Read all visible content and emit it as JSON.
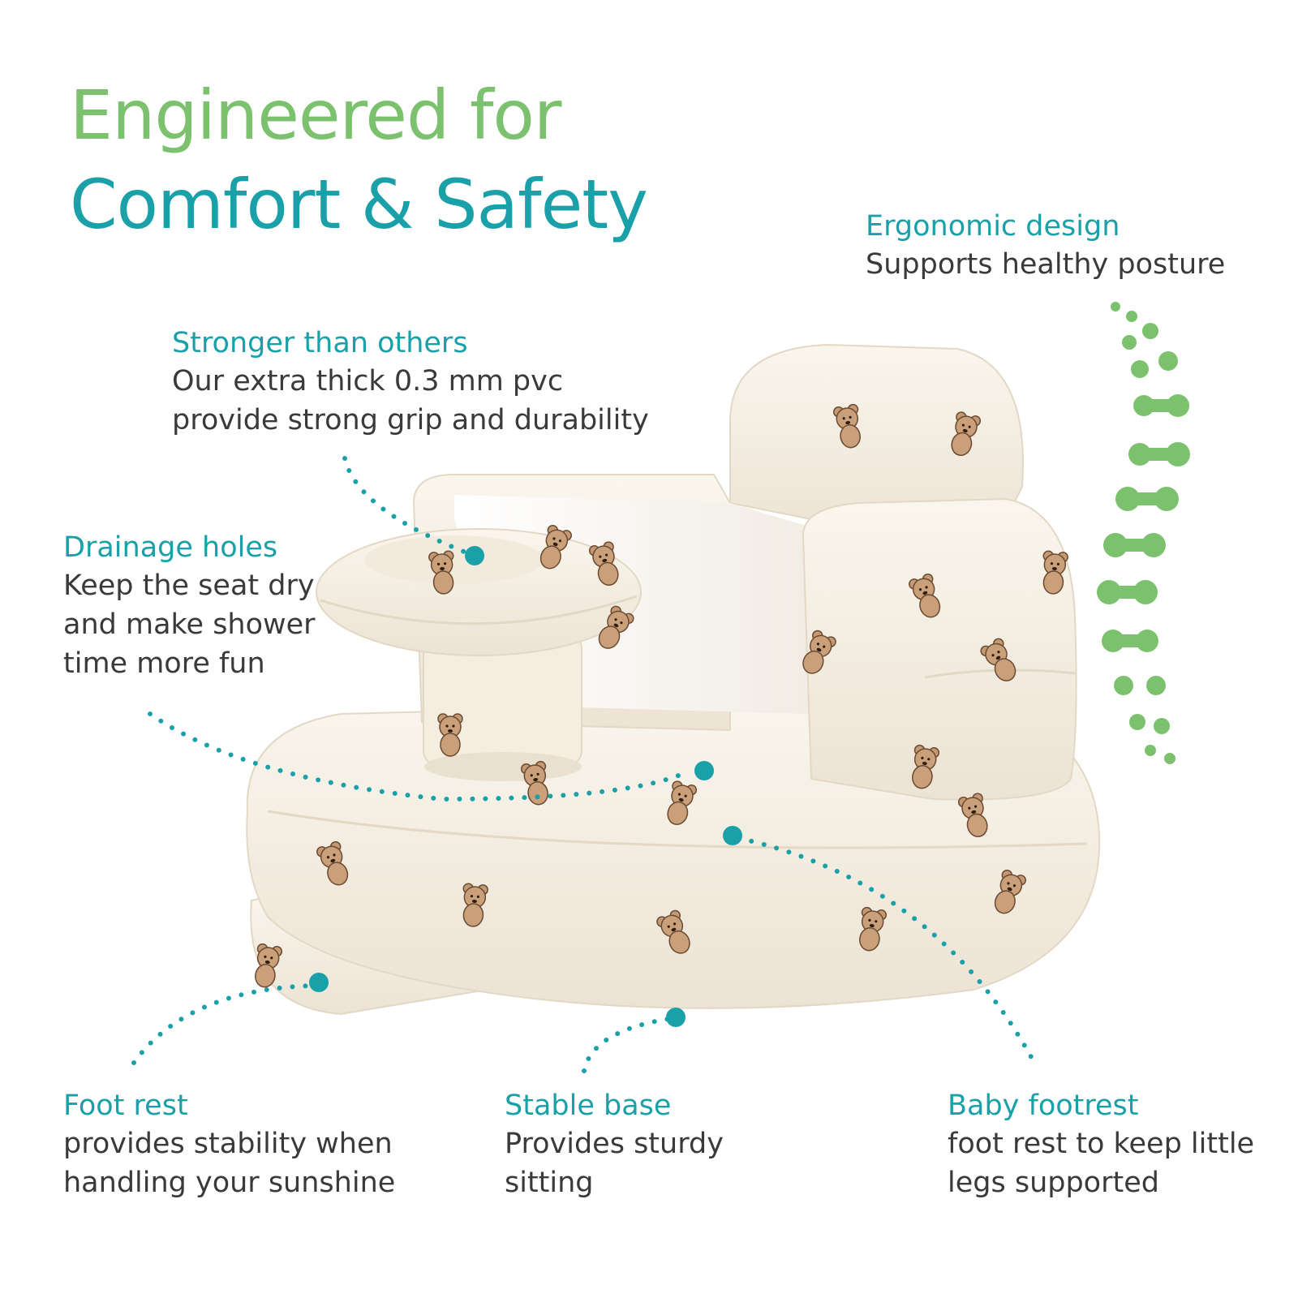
{
  "heading": {
    "line1": "Engineered for",
    "line2": "Comfort & Safety"
  },
  "features": {
    "ergonomic": {
      "title": "Ergonomic design",
      "lines": [
        "Supports healthy posture"
      ]
    },
    "stronger": {
      "title": "Stronger than others",
      "lines": [
        "Our extra thick 0.3 mm pvc",
        "provide strong grip and durability"
      ]
    },
    "drainage": {
      "title": "Drainage holes",
      "lines": [
        "Keep the seat dry",
        "and make shower",
        "time more fun"
      ]
    },
    "foot_rest": {
      "title": "Foot rest",
      "lines": [
        "provides stability when",
        "handling your sunshine"
      ]
    },
    "stable_base": {
      "title": "Stable base",
      "lines": [
        "Provides sturdy",
        "sitting"
      ]
    },
    "baby_footrest": {
      "title": "Baby footrest",
      "lines": [
        "foot rest to keep little",
        "legs supported"
      ]
    }
  },
  "colors": {
    "accent_teal": "#1aa0a8",
    "accent_green": "#7cc26e",
    "body_text": "#3a3a3a",
    "seat_cream": "#f6f0e4"
  },
  "product_image": "inflatable-baby-seat-with-bear-print",
  "decoration": "spine-icon"
}
